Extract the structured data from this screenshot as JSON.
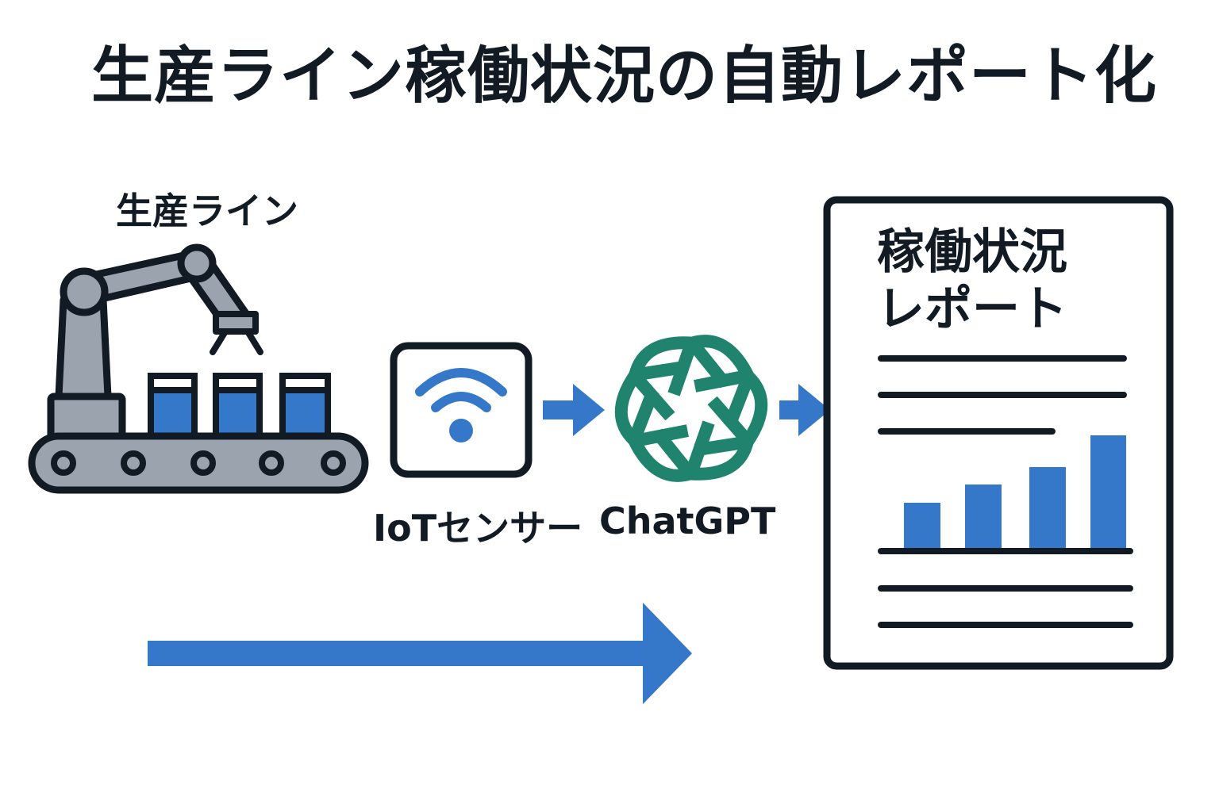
{
  "title": "生産ライン稼働状況の自動レポート化",
  "nodes": {
    "production_line": {
      "label": "生産ライン",
      "icon": "robot-arm-conveyor-icon"
    },
    "iot_sensor": {
      "label": "IoTセンサー",
      "icon": "wifi-sensor-icon"
    },
    "chatgpt": {
      "label": "ChatGPT",
      "icon": "openai-logo-icon"
    },
    "report": {
      "title_line1": "稼働状況",
      "title_line2": "レポート",
      "icon": "report-document-icon"
    }
  },
  "colors": {
    "ink": "#121a24",
    "machine_gray": "#9aa3ae",
    "accent_blue": "#3577c8",
    "logo_green": "#20836d",
    "background": "#ffffff"
  }
}
